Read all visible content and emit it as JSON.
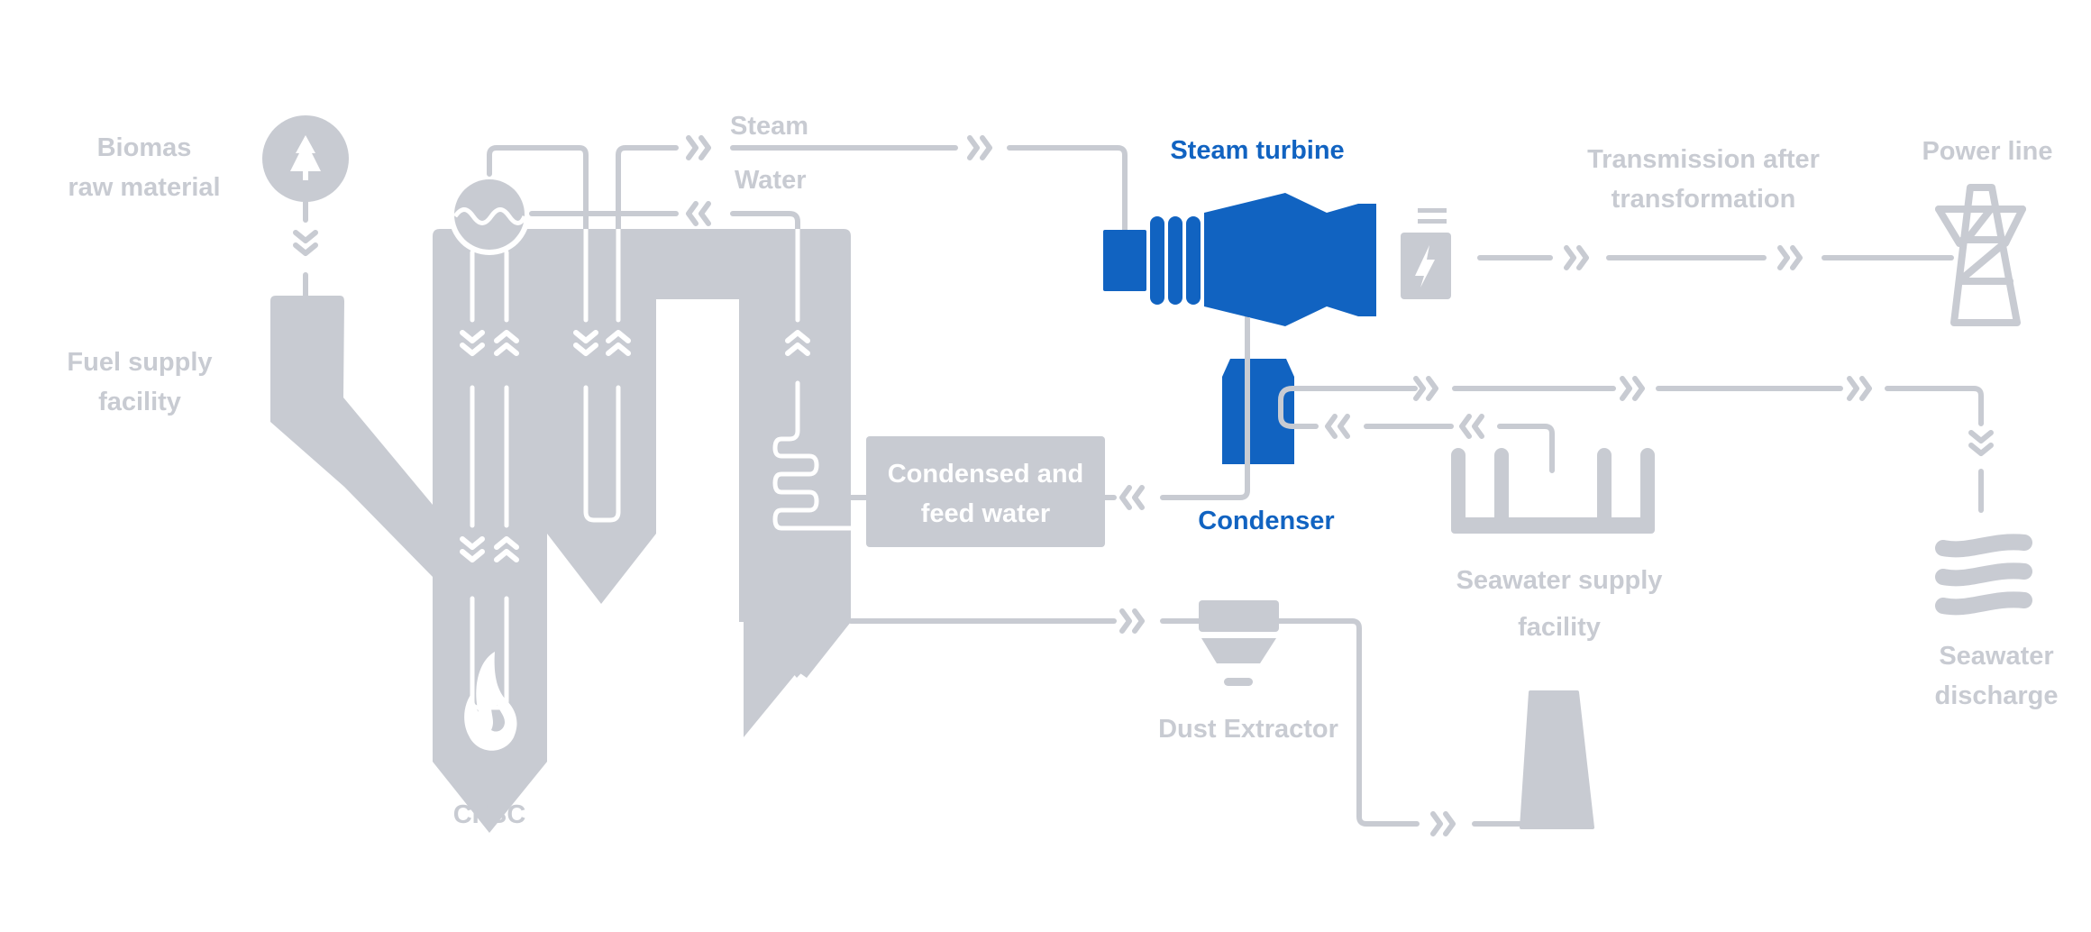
{
  "colors": {
    "inactive": "#c8cbd2",
    "active": "#1163c1",
    "background": "#ffffff",
    "inner_pipe": "#ffffff"
  },
  "diagram": {
    "title": "Biomass power generation process",
    "nodes": {
      "biomass": {
        "label_line1": "Biomas",
        "label_line2": "raw material",
        "icon": "tree-icon",
        "active": false
      },
      "fuel_supply": {
        "label_line1": "Fuel supply",
        "label_line2": "facility",
        "active": false
      },
      "cfbc": {
        "label": "CFBC",
        "icon": "flame-icon",
        "active": false
      },
      "steam": {
        "label": "Steam"
      },
      "water": {
        "label": "Water"
      },
      "condensed_feed": {
        "label_line1": "Condensed and",
        "label_line2": "feed water",
        "active": false
      },
      "steam_turbine": {
        "label": "Steam turbine",
        "active": true
      },
      "condenser": {
        "label": "Condenser",
        "active": true
      },
      "generator": {
        "icon": "battery-bolt-icon",
        "active": false
      },
      "transmission": {
        "label_line1": "Transmission after",
        "label_line2": "transformation",
        "active": false
      },
      "power_line": {
        "label": "Power line",
        "icon": "power-tower-icon",
        "active": false
      },
      "seawater_supply": {
        "label_line1": "Seawater supply",
        "label_line2": "facility",
        "active": false
      },
      "seawater_discharge": {
        "label_line1": "Seawater",
        "label_line2": "discharge",
        "icon": "waves-icon",
        "active": false
      },
      "dust_extractor": {
        "label": "Dust Extractor",
        "active": false
      },
      "chimney": {
        "icon": "chimney-icon",
        "active": false
      }
    },
    "edges": [
      {
        "from": "biomass",
        "to": "fuel_supply",
        "direction": "down"
      },
      {
        "from": "fuel_supply",
        "to": "cfbc",
        "direction": "down"
      },
      {
        "from": "cfbc",
        "to": "steam_turbine",
        "medium": "Steam",
        "direction": "right"
      },
      {
        "from": "condensed_feed",
        "to": "cfbc",
        "medium": "Water",
        "direction": "left"
      },
      {
        "from": "steam_turbine",
        "to": "condenser",
        "direction": "down"
      },
      {
        "from": "condenser",
        "to": "condensed_feed",
        "direction": "left"
      },
      {
        "from": "steam_turbine",
        "to": "power_line",
        "via": "transmission",
        "direction": "right"
      },
      {
        "from": "seawater_supply",
        "to": "condenser",
        "direction": "left"
      },
      {
        "from": "condenser",
        "to": "seawater_discharge",
        "direction": "right"
      },
      {
        "from": "cfbc",
        "to": "dust_extractor",
        "direction": "right"
      },
      {
        "from": "dust_extractor",
        "to": "chimney",
        "direction": "right"
      }
    ]
  }
}
